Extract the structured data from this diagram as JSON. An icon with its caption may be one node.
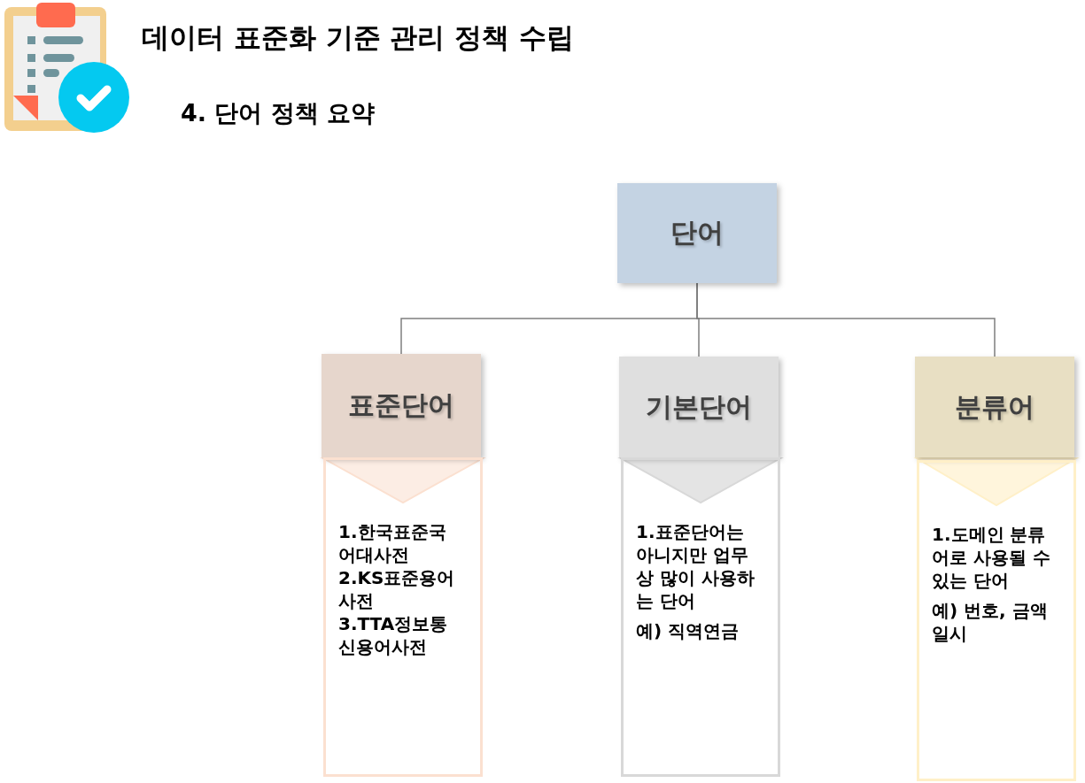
{
  "diagram": {
    "title": "데이터 표준화 기준 관리 정책 수립",
    "caption": "4. 단어 정책 요약",
    "nodes": [
      {
        "text": [
          "단어"
        ]
      },
      {
        "text": [
          "표준단어"
        ]
      },
      {
        "text": [
          "기본단어"
        ]
      },
      {
        "text": [
          "분류어"
        ]
      },
      {
        "text": [
          "1.한국표준국어대사전",
          "2.KS표준용어사전",
          "3.TTA정보통신용어사전"
        ]
      },
      {
        "text": [
          "1.표준단어는 아니지만 업무상 많이 사용하는 단어",
          "예) 직역연금"
        ]
      },
      {
        "text": [
          "1.도메인 분류어로 사용될 수 있는 단어",
          "예) 번호, 금액 일시"
        ]
      }
    ],
    "edges": [
      {
        "from": 0,
        "to": 1,
        "arrow": "none"
      },
      {
        "from": 0,
        "to": 2,
        "arrow": "none"
      },
      {
        "from": 0,
        "to": 3,
        "arrow": "none"
      },
      {
        "from": 1,
        "to": 4,
        "arrow": "to"
      },
      {
        "from": 2,
        "to": 5,
        "arrow": "to"
      },
      {
        "from": 3,
        "to": 6,
        "arrow": "to"
      }
    ]
  }
}
